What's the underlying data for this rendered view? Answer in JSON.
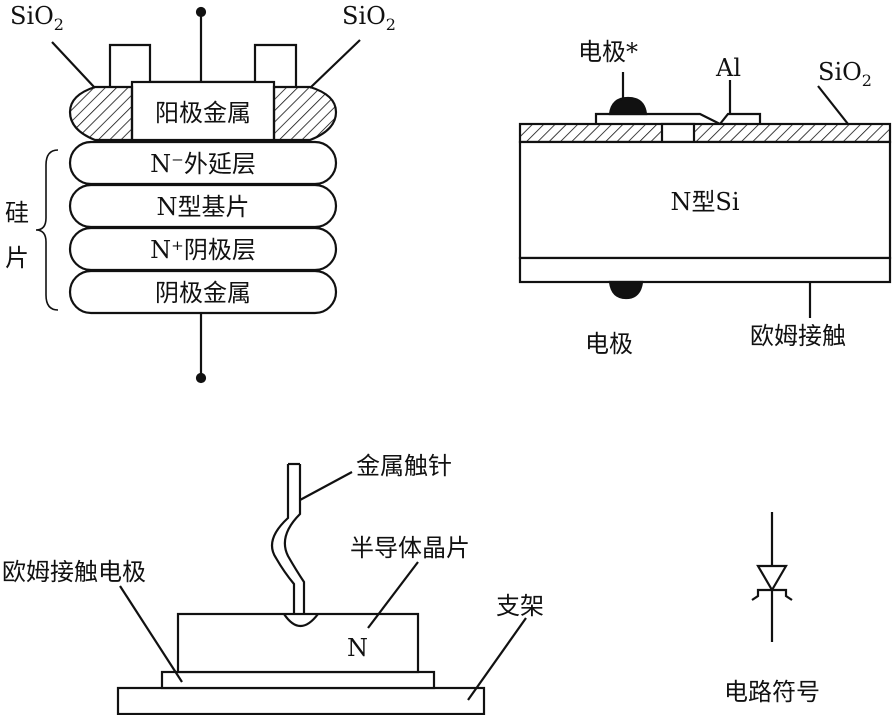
{
  "figure_a": {
    "sio2_left": "SiO",
    "sio2_left_sub": "2",
    "sio2_right": "SiO",
    "sio2_right_sub": "2",
    "anode_metal": "阳极金属",
    "layers": [
      "N⁻外延层",
      "N型基片",
      "N⁺阴极层",
      "阴极金属"
    ],
    "silicon_label_1": "硅",
    "silicon_label_2": "片"
  },
  "figure_b": {
    "electrode_top": "电极*",
    "al_label": "Al",
    "sio2": "SiO",
    "sio2_sub": "2",
    "body_label": "N型Si",
    "electrode_bottom": "电极",
    "ohmic_contact": "欧姆接触"
  },
  "figure_c": {
    "metal_probe": "金属触针",
    "chip": "半导体晶片",
    "ohmic_electrode": "欧姆接触电极",
    "support": "支架",
    "n_label": "N",
    "symbol_caption": "电路符号"
  }
}
